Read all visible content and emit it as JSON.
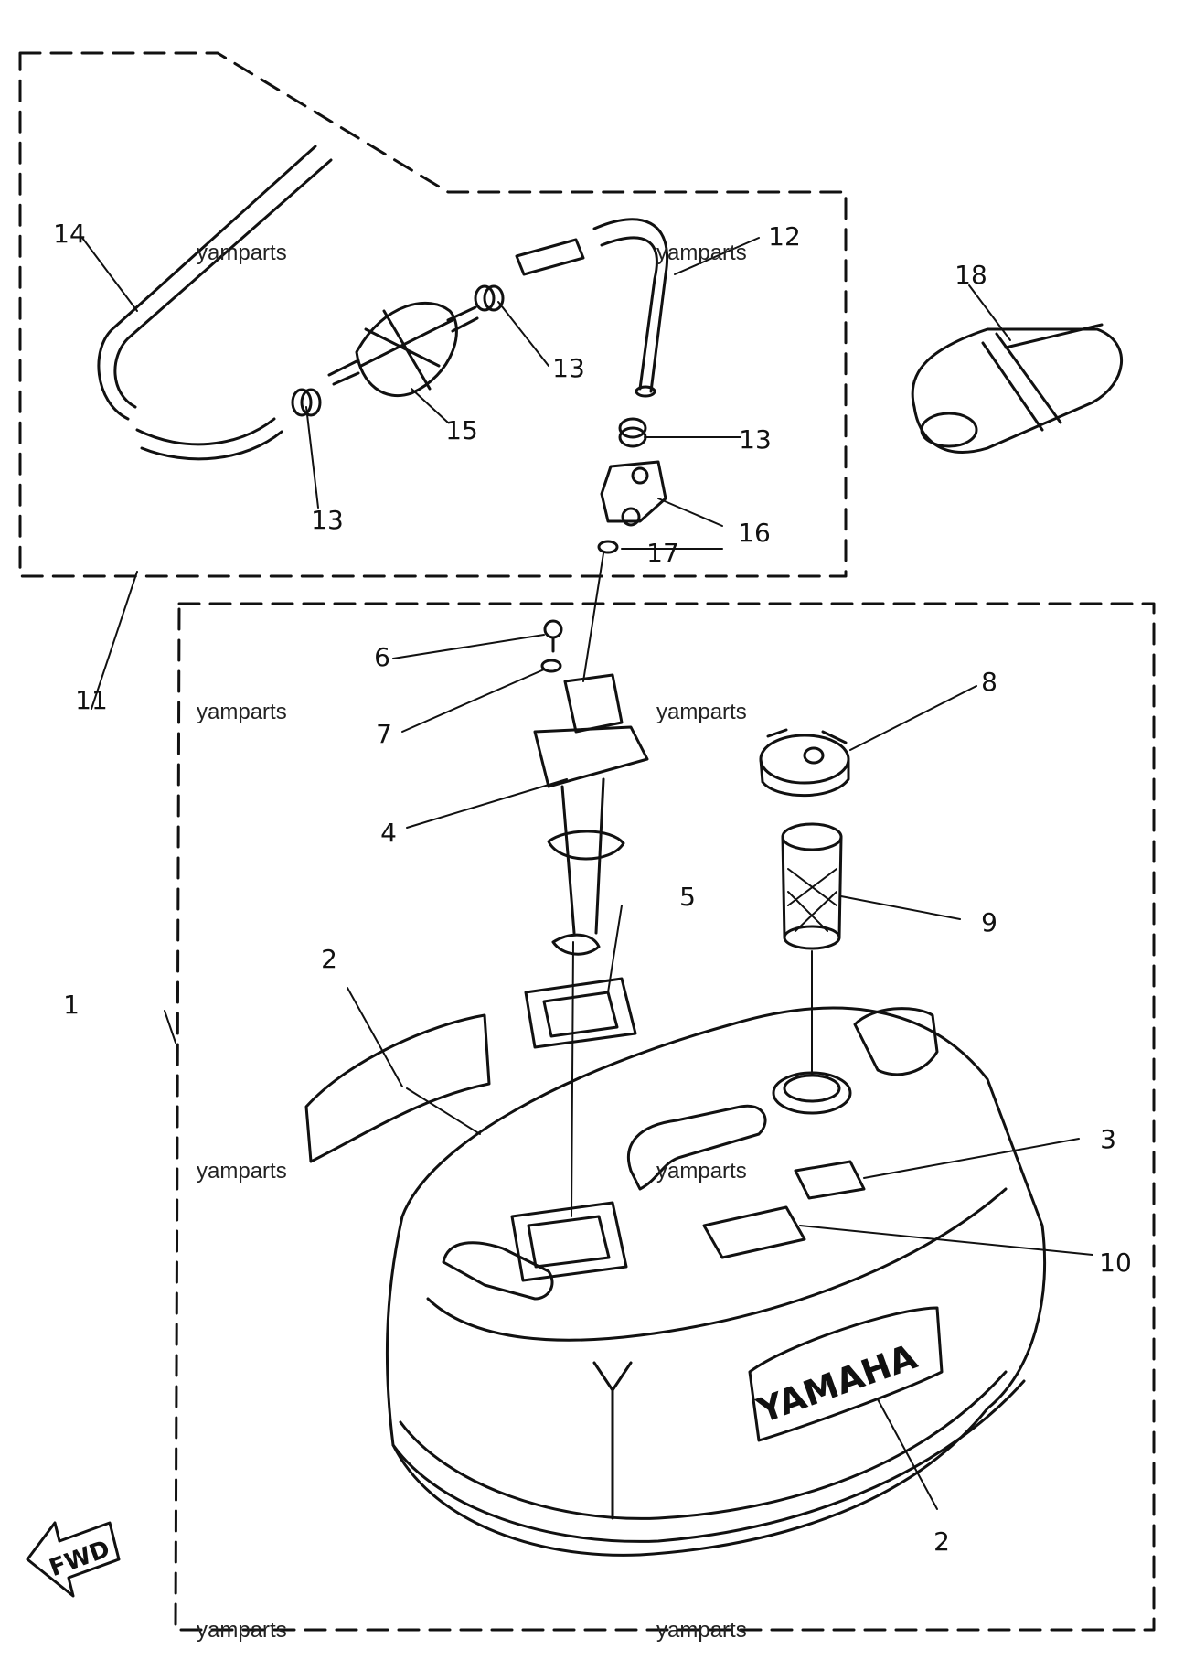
{
  "callouts": {
    "c1": "1",
    "c2a": "2",
    "c2b": "2",
    "c3": "3",
    "c4": "4",
    "c5": "5",
    "c6": "6",
    "c7": "7",
    "c8": "8",
    "c9": "9",
    "c10": "10",
    "c11": "11",
    "c12": "12",
    "c13a": "13",
    "c13b": "13",
    "c13c": "13",
    "c14": "14",
    "c15": "15",
    "c16": "16",
    "c17": "17",
    "c18": "18"
  },
  "watermark": "yamparts",
  "brand_plate": "YAMAHA",
  "direction_arrow": "FWD",
  "colors": {
    "ink": "#111111",
    "paper": "#ffffff"
  }
}
